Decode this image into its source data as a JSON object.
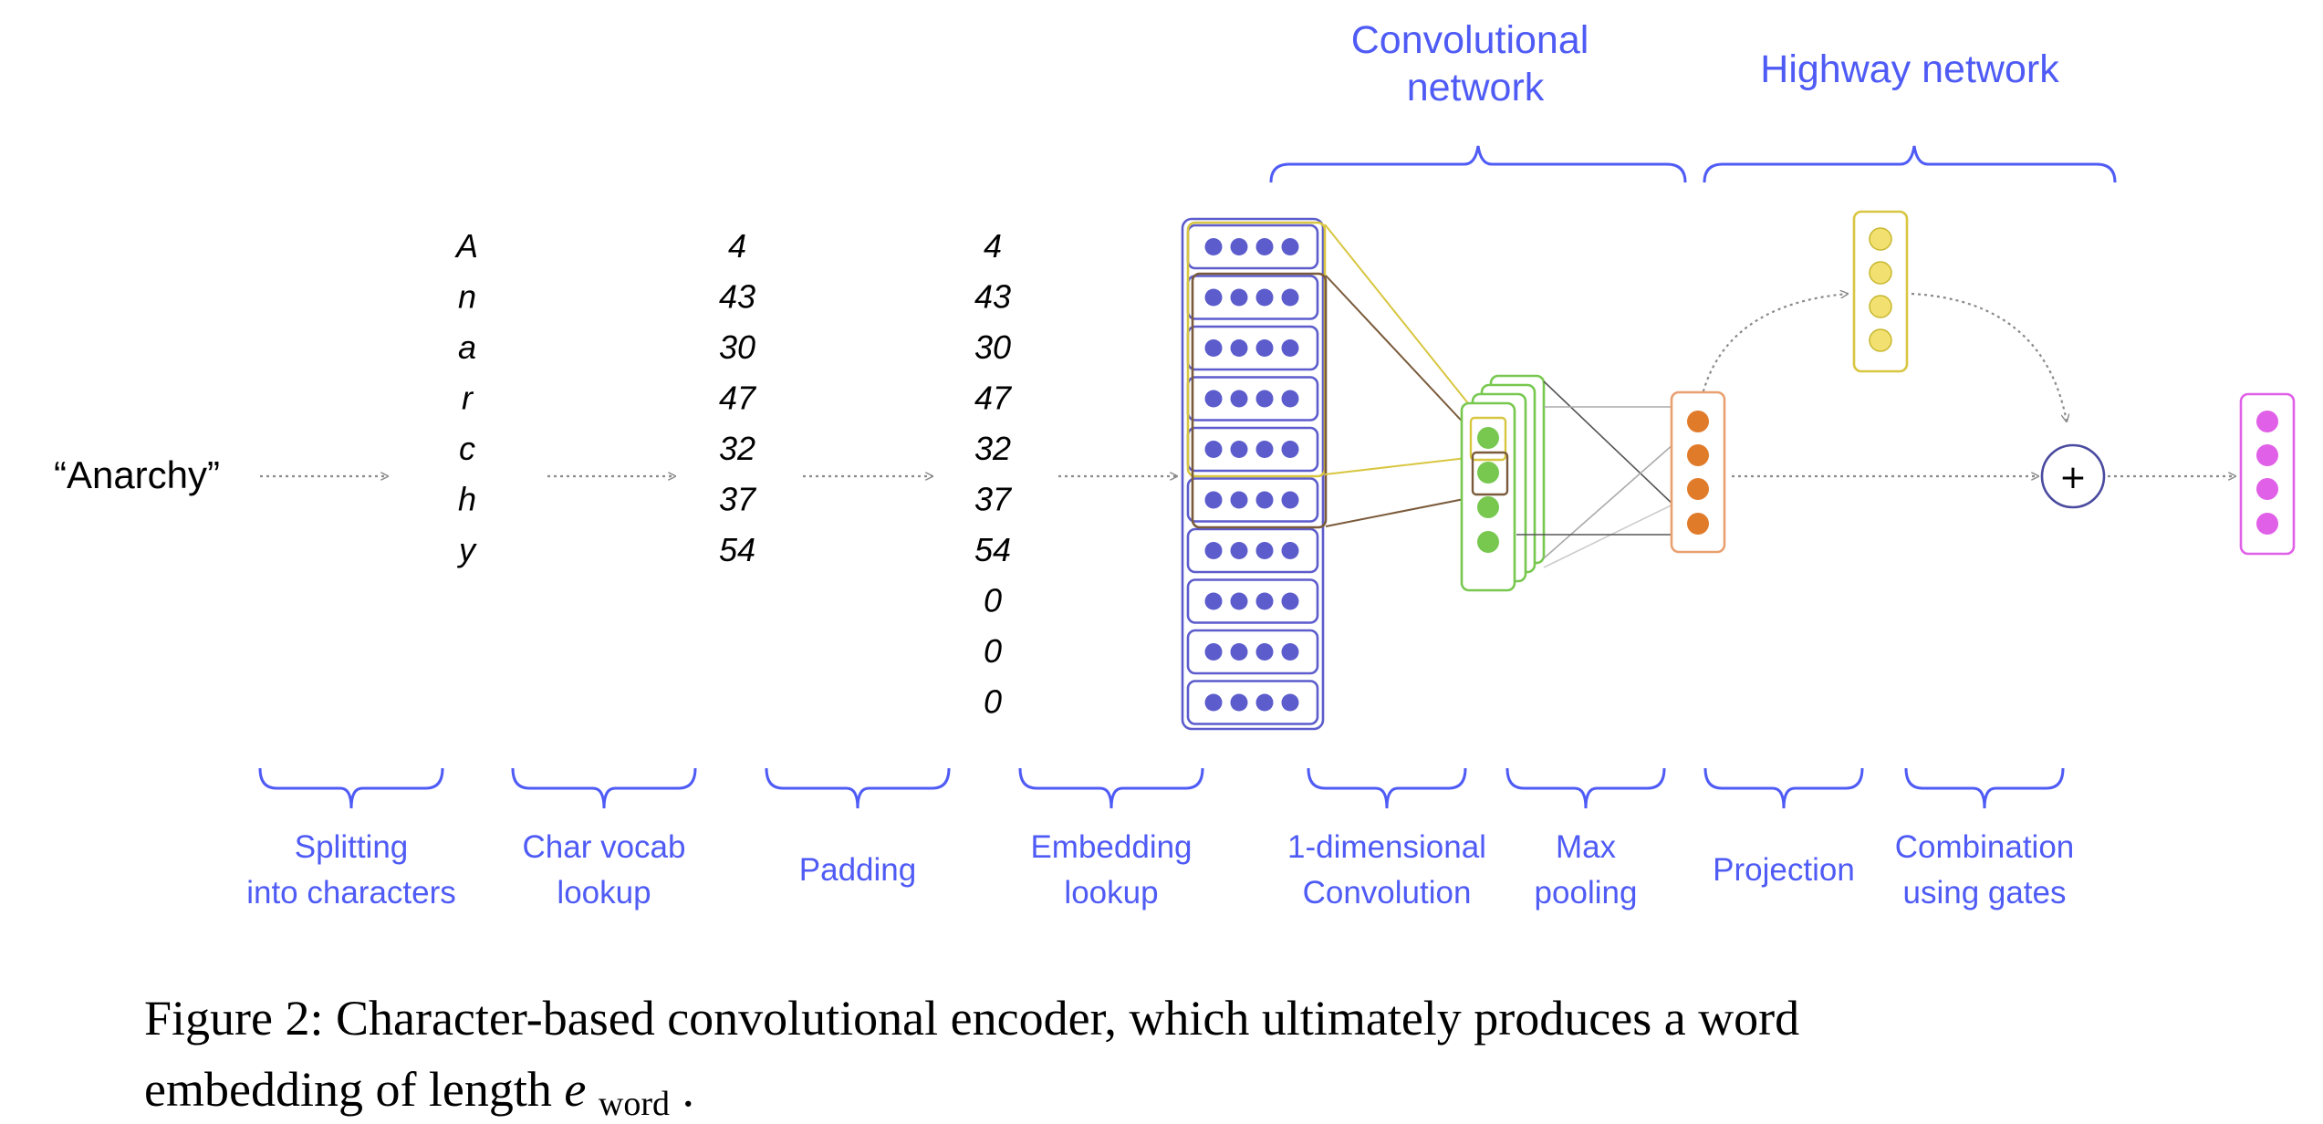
{
  "input_word": "“Anarchy”",
  "characters": [
    "A",
    "n",
    "a",
    "r",
    "c",
    "h",
    "y"
  ],
  "char_ids": [
    "4",
    "43",
    "30",
    "47",
    "32",
    "37",
    "54"
  ],
  "padded_ids": [
    "4",
    "43",
    "30",
    "47",
    "32",
    "37",
    "54",
    "0",
    "0",
    "0"
  ],
  "group_labels": {
    "conv": [
      "Convolutional",
      "network"
    ],
    "highway": "Highway network"
  },
  "stage_labels": [
    [
      "Splitting",
      "into characters"
    ],
    [
      "Char vocab",
      "lookup"
    ],
    [
      "Padding"
    ],
    [
      "Embedding",
      "lookup"
    ],
    [
      "1-dimensional",
      "Convolution"
    ],
    [
      "Max",
      "pooling"
    ],
    [
      "Projection"
    ],
    [
      "Combination",
      "using gates"
    ]
  ],
  "plus_symbol": "+",
  "caption": {
    "line1": "Figure 2: Character-based convolutional encoder, which ultimately produces a word",
    "line2_prefix": "embedding of length ",
    "symbol": "e",
    "subscript": "word",
    "line2_suffix": "."
  },
  "colors": {
    "label_blue": "#4f5bf5",
    "embedding_blue": "#5c5ccd",
    "conv_green": "#78c850",
    "projection_orange": "#e07b2a",
    "gate_yellow": "#e8d44c",
    "output_magenta": "#e060e8",
    "arrow_gray": "#8a8a8a",
    "filter_yellow": "#d8c640",
    "filter_brown": "#7a5a3a"
  },
  "embedding_rows": 10,
  "dots_per_embedding": 4
}
